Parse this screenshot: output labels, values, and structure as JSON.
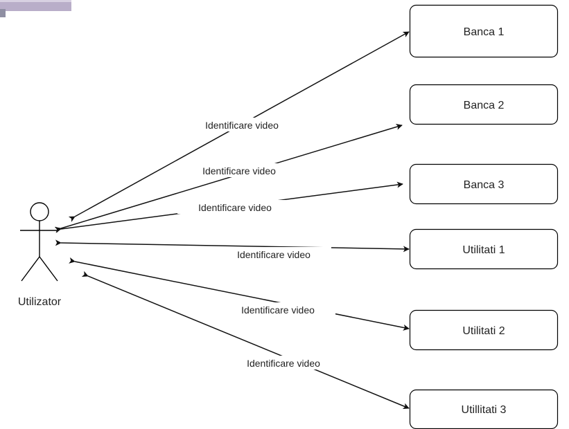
{
  "actor": {
    "name": "Utilizator"
  },
  "nodes": [
    {
      "id": "banca-1",
      "label": "Banca 1"
    },
    {
      "id": "banca-2",
      "label": "Banca 2"
    },
    {
      "id": "banca-3",
      "label": "Banca 3"
    },
    {
      "id": "utilitati-1",
      "label": "Utilitati 1"
    },
    {
      "id": "utilitati-2",
      "label": "Utilitati 2"
    },
    {
      "id": "utilitati-3",
      "label": "Utillitati 3"
    }
  ],
  "edges": [
    {
      "from": "actor",
      "to": "banca-1",
      "label": "Identificare video",
      "direction": "both"
    },
    {
      "from": "actor",
      "to": "banca-2",
      "label": "Identificare video",
      "direction": "both"
    },
    {
      "from": "actor",
      "to": "banca-3",
      "label": "Identificare video",
      "direction": "both"
    },
    {
      "from": "actor",
      "to": "utilitati-1",
      "label": "Identificare video",
      "direction": "both"
    },
    {
      "from": "actor",
      "to": "utilitati-2",
      "label": "Identificare video",
      "direction": "both"
    },
    {
      "from": "actor",
      "to": "utilitati-3",
      "label": "Identificare video",
      "direction": "both"
    }
  ],
  "colors": {
    "line": "#111111",
    "text": "#222222",
    "tab": "#b9aec9"
  }
}
